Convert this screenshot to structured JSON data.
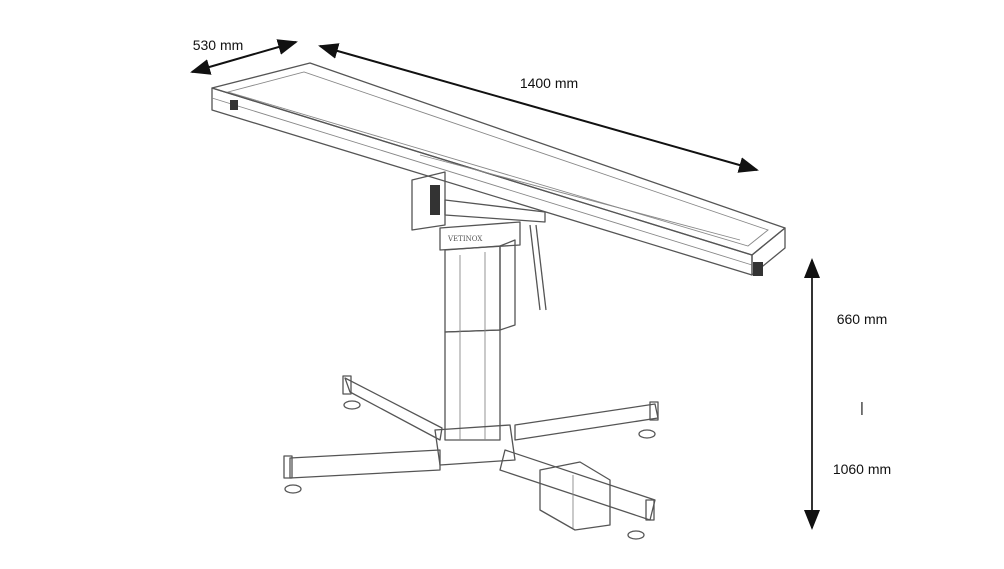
{
  "dimensions": {
    "width": "530 mm",
    "length": "1400 mm",
    "height_min": "660 mm",
    "height_separator": "|",
    "height_max": "1060 mm"
  },
  "logo": "VETINOX",
  "colors": {
    "ink": "#555555",
    "arrow": "#111111"
  }
}
